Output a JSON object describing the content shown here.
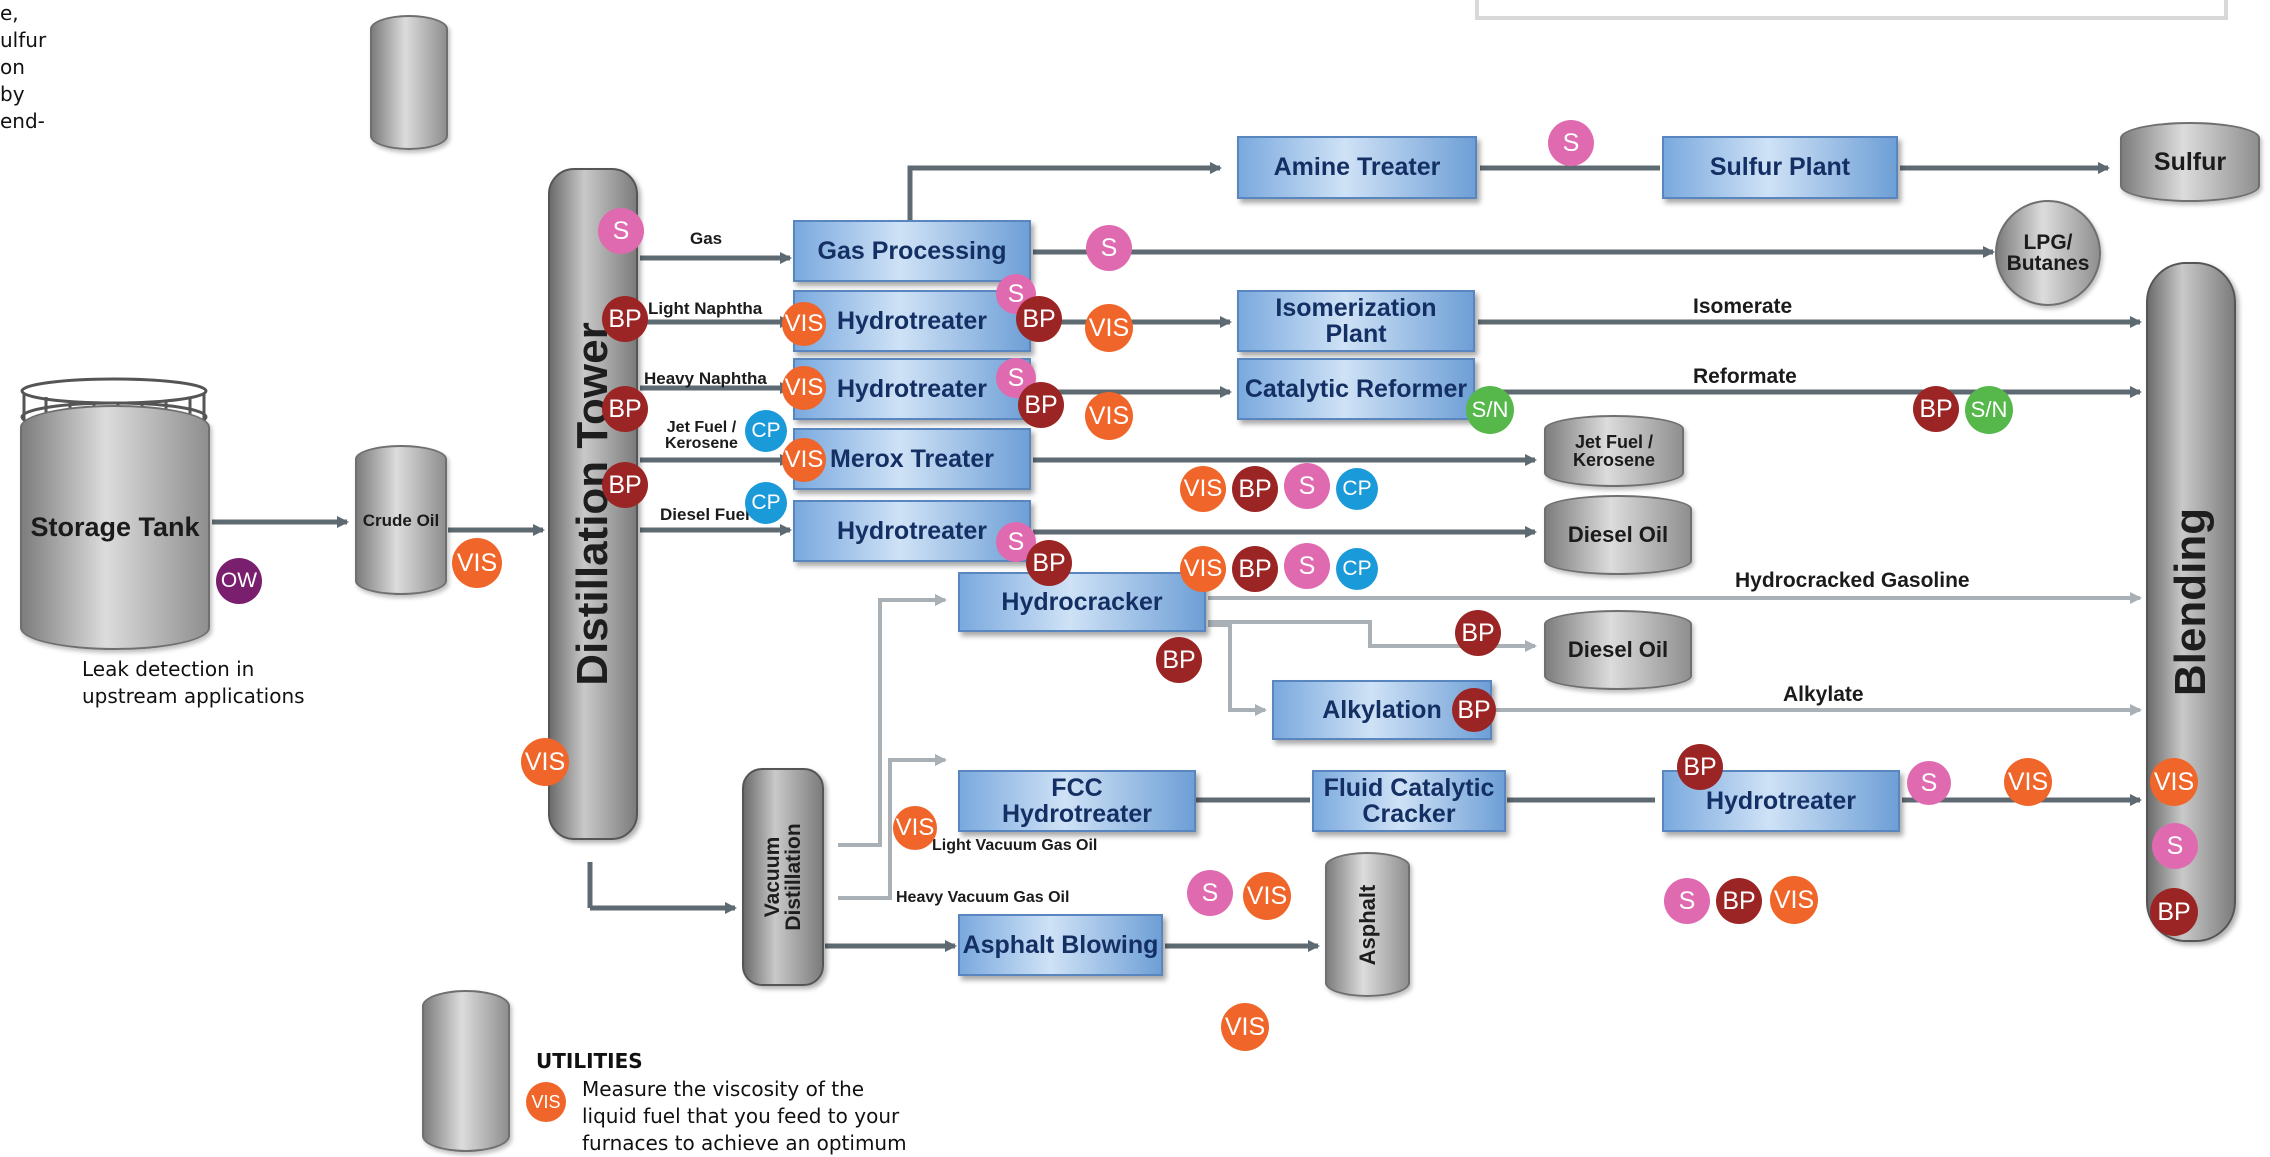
{
  "intro_fragments": [
    "e,",
    "ulfur",
    "on",
    "by",
    "end-"
  ],
  "leak_note": [
    "Leak detection in",
    "upstream applications"
  ],
  "utilities": {
    "title": "UTILITIES",
    "text": [
      "Measure the viscosity of the",
      "liquid fuel that you feed to your",
      "furnaces to achieve an optimum"
    ]
  },
  "units": {
    "storage_tank": "Storage Tank",
    "crude_oil": "Crude Oil",
    "distillation_tower": "Distillation Tower",
    "vacuum_distillation": [
      "Vacuum",
      "Distillation"
    ],
    "gas_processing": "Gas Processing",
    "amine_treater": "Amine Treater",
    "sulfur_plant": "Sulfur Plant",
    "sulfur": "Sulfur",
    "lpg": [
      "LPG/",
      "Butanes"
    ],
    "hydrotreater_light": "Hydrotreater",
    "isomerization": [
      "Isomerization",
      "Plant"
    ],
    "hydrotreater_heavy": "Hydrotreater",
    "catalytic_reformer": "Catalytic Reformer",
    "merox_treater": "Merox Treater",
    "jet_fuel_tank": [
      "Jet Fuel /",
      "Kerosene"
    ],
    "hydrotreater_diesel": "Hydrotreater",
    "diesel_oil_1": "Diesel Oil",
    "hydrocracker": "Hydrocracker",
    "diesel_oil_2": "Diesel Oil",
    "alkylation": "Alkylation",
    "fcc_hydrotreater": [
      "FCC",
      "Hydrotreater"
    ],
    "fluid_catalytic_cracker": [
      "Fluid Catalytic",
      "Cracker"
    ],
    "hydrotreater_fcc": "Hydrotreater",
    "asphalt_blowing": "Asphalt Blowing",
    "asphalt": "Asphalt",
    "blending": "Blending"
  },
  "streams": {
    "gas": "Gas",
    "light_naphtha": "Light Naphtha",
    "heavy_naphtha": "Heavy Naphtha",
    "jet_fuel": [
      "Jet Fuel /",
      "Kerosene"
    ],
    "diesel_fuel": "Diesel Fuel",
    "isomerate": "Isomerate",
    "reformate": "Reformate",
    "hydrocracked_gasoline": "Hydrocracked Gasoline",
    "alkylate": "Alkylate",
    "light_vacuum_gas_oil": "Light Vacuum Gas Oil",
    "heavy_vacuum_gas_oil": "Heavy Vacuum Gas Oil"
  },
  "badge_labels": {
    "S": "S",
    "BP": "BP",
    "VIS": "VIS",
    "CP": "CP",
    "SN": "S/N",
    "OW": "OW"
  },
  "colors": {
    "S": "#e06ab0",
    "BP": "#9b2525",
    "VIS": "#f06529",
    "CP": "#1a9ad9",
    "SN": "#56b84a",
    "OW": "#7a1e6e"
  }
}
